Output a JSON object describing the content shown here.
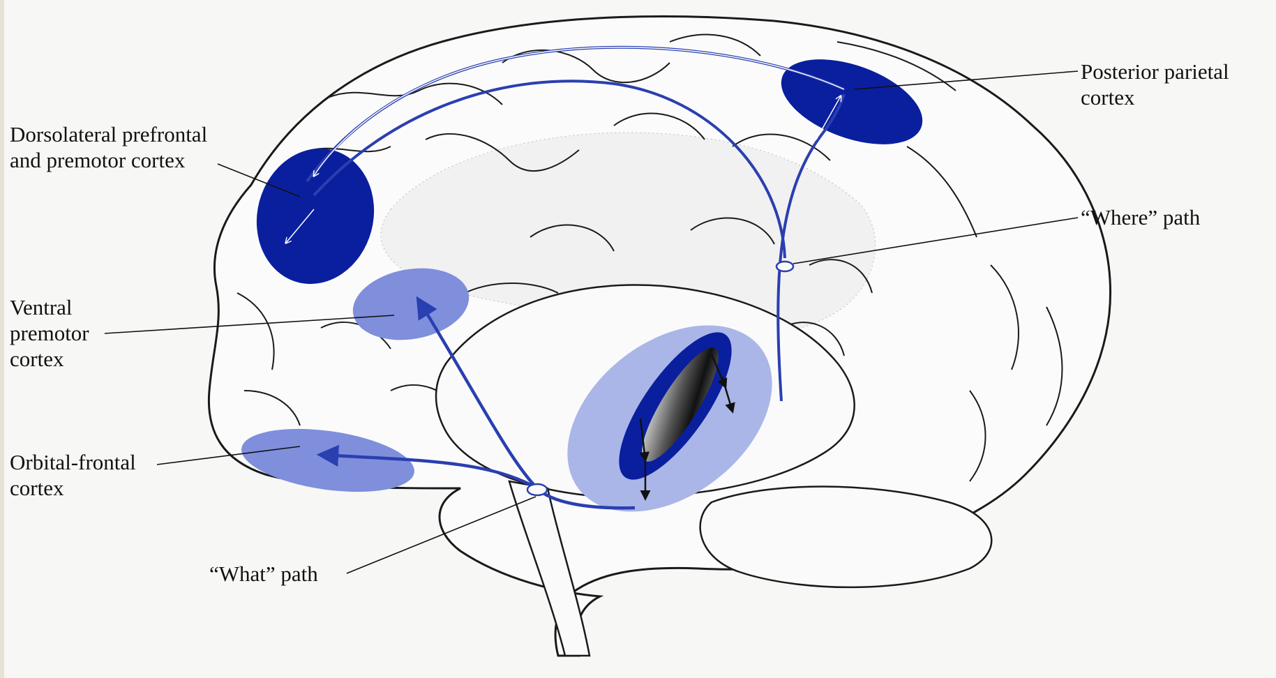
{
  "labels": {
    "dlpfc": {
      "line1": "Dorsolateral prefrontal",
      "line2": "and premotor cortex"
    },
    "ppc": {
      "line1": "Posterior parietal",
      "line2": "cortex"
    },
    "vpm": {
      "line1": "Ventral",
      "line2": "premotor",
      "line3": "cortex"
    },
    "ofc": {
      "line1": "Orbital-frontal",
      "line2": "cortex"
    },
    "where": "“Where” path",
    "what": "“What” path"
  },
  "colors": {
    "dark_region": "#0a1f9e",
    "light_region": "#7f8fdc",
    "pale_region": "#aab6e8",
    "pathway": "#2a3fb0",
    "outline": "#1a1a1a",
    "background": "#f7f7f5"
  }
}
